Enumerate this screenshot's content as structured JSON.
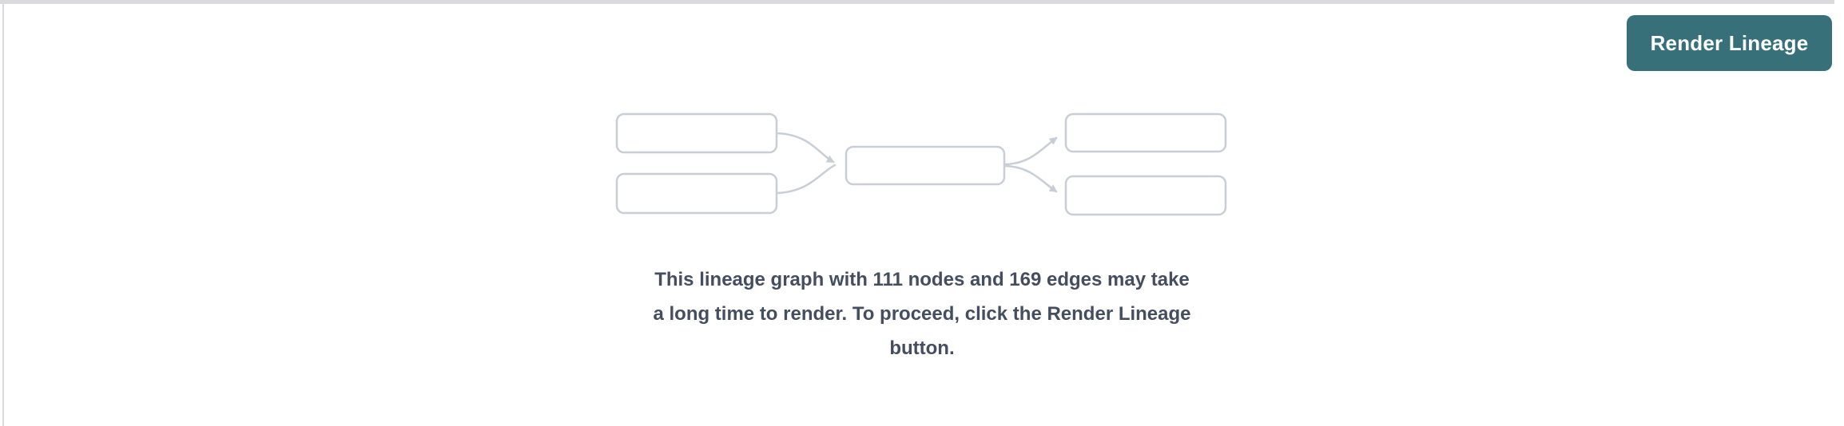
{
  "header": {
    "render_button_label": "Render Lineage"
  },
  "empty_state": {
    "message": "This lineage graph with 111 nodes and 169 edges may take a long time to render. To proceed, click the Render Lineage button.",
    "message_lines": [
      "This lineage graph with 111 nodes and 169 edges may take",
      "a long time to render. To proceed, click the Render Lineage",
      "button."
    ],
    "node_count": "111",
    "edge_count": "169"
  },
  "colors": {
    "accent_teal": "#387079",
    "graph_gray": "#c9ced6",
    "text_slate": "#444e60",
    "divider_gray": "#dbdbde"
  }
}
